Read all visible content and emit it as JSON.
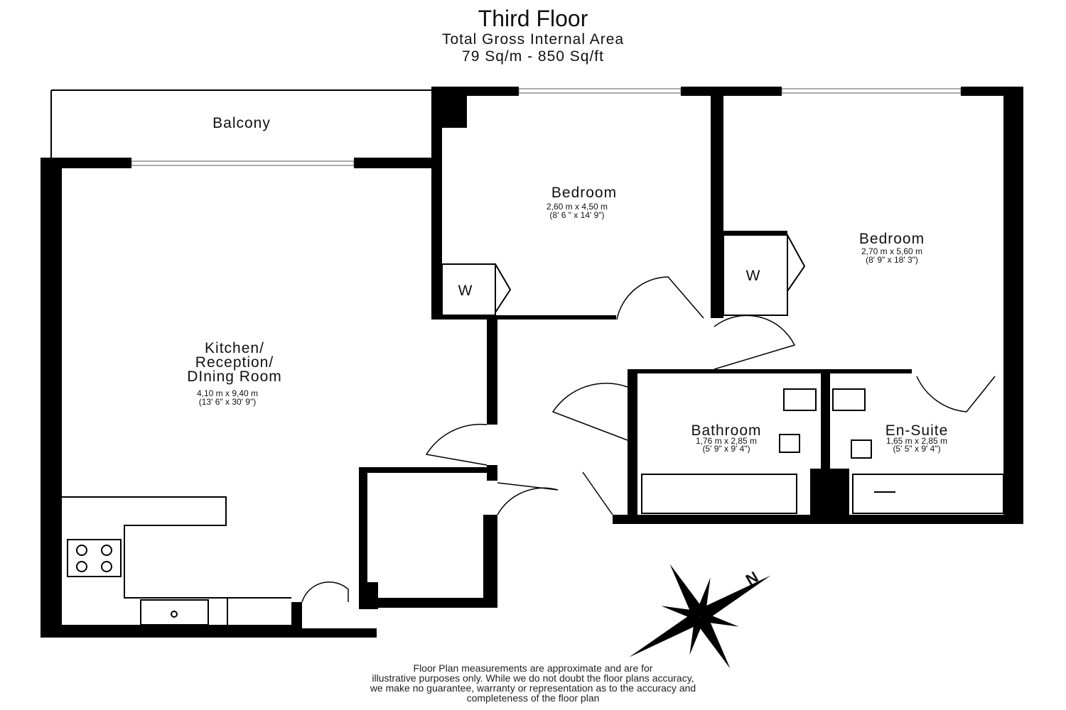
{
  "header": {
    "title": "Third Floor",
    "subtitle": "Total Gross Internal Area",
    "area": "79 Sq/m - 850 Sq/ft"
  },
  "rooms": {
    "balcony": {
      "name": "Balcony"
    },
    "bedroom1": {
      "name": "Bedroom",
      "metric": "2,60 m x 4,50 m",
      "imperial": "(8' 6 \" x 14' 9\")"
    },
    "bedroom2": {
      "name": "Bedroom",
      "metric": "2,70 m x 5,60 m",
      "imperial": "(8' 9\" x 18' 3\")"
    },
    "kitchen": {
      "name_lines": [
        "Kitchen/",
        "Reception/",
        "DIning Room"
      ],
      "metric": "4,10 m x 9,40 m",
      "imperial": "(13' 6\" x 30' 9\")"
    },
    "bathroom": {
      "name": "Bathroom",
      "metric": "1,76 m x 2,85 m",
      "imperial": "(5' 9\" x 9' 4\")"
    },
    "ensuite": {
      "name": "En-Suite",
      "metric": "1,65 m x 2,85 m",
      "imperial": "(5' 5\" x 9' 4\")"
    },
    "wardrobe1": {
      "label": "W"
    },
    "wardrobe2": {
      "label": "W"
    }
  },
  "compass": {
    "label": "N"
  },
  "disclaimer": [
    "Floor Plan measurements are approximate and are for",
    "illustrative purposes only.  While we do not doubt the floor plans accuracy,",
    "we make no guarantee, warranty or representation as to the accuracy and",
    "completeness of the floor plan"
  ]
}
